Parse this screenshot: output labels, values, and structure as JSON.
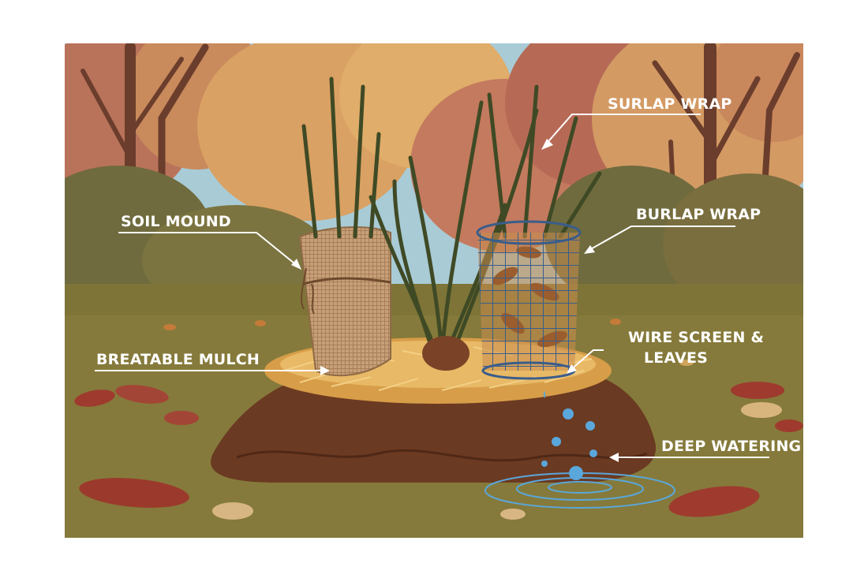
{
  "labels": {
    "surlap_wrap": "SURLAP WRAP",
    "soil_mound": "SOIL MOUND",
    "burlap_wrap": "BURLAP WRAP",
    "wire_screen_line1": "WIRE SCREEN &",
    "wire_screen_line2": "LEAVES",
    "breatable_mulch": "BREATABLE MULCH",
    "deep_watering": "DEEP WATERING"
  },
  "colors": {
    "sky": "#a9cbd6",
    "grass": "#7f7536",
    "soil": "#6b3a22",
    "straw": "#e4b05a",
    "burlap": "#c9a27a",
    "wire": "#3c5f88",
    "water": "#5aa7dc",
    "label": "#ffffff"
  }
}
